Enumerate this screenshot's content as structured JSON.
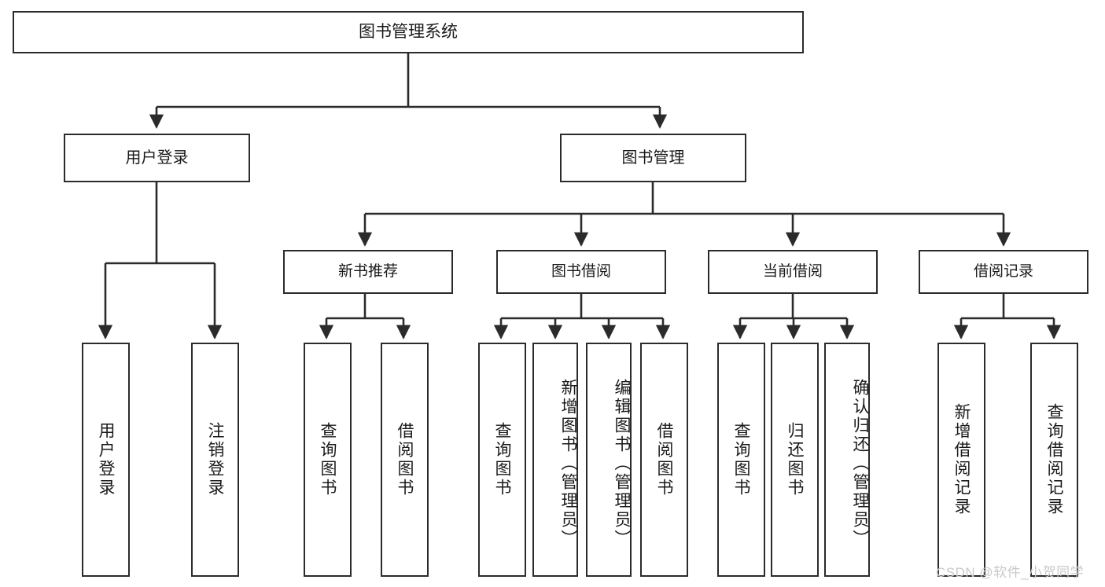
{
  "diagram": {
    "title": "图书管理系统",
    "type": "tree",
    "watermark": "CSDN @软件_小贺同学",
    "colors": {
      "background": "#ffffff",
      "box_border": "#2b2b2b",
      "box_fill": "#ffffff",
      "text": "#1a1a1a",
      "connector": "#2b2b2b",
      "watermark": "#c9c9c9"
    },
    "root": {
      "label": "图书管理系统"
    },
    "level1": [
      {
        "id": "user-login",
        "label": "用户登录"
      },
      {
        "id": "book-manage",
        "label": "图书管理"
      }
    ],
    "level2": [
      {
        "id": "new-book-recommend",
        "label": "新书推荐",
        "parent": "book-manage"
      },
      {
        "id": "book-borrow",
        "label": "图书借阅",
        "parent": "book-manage"
      },
      {
        "id": "current-borrow",
        "label": "当前借阅",
        "parent": "book-manage"
      },
      {
        "id": "borrow-record",
        "label": "借阅记录",
        "parent": "book-manage"
      }
    ],
    "leaves": [
      {
        "id": "leaf-user-login",
        "label": "用户登录",
        "parent": "user-login"
      },
      {
        "id": "leaf-logout",
        "label": "注销登录",
        "parent": "user-login"
      },
      {
        "id": "leaf-query-book-1",
        "label": "查询图书",
        "parent": "new-book-recommend"
      },
      {
        "id": "leaf-borrow-book-1",
        "label": "借阅图书",
        "parent": "new-book-recommend"
      },
      {
        "id": "leaf-query-book-2",
        "label": "查询图书",
        "parent": "book-borrow"
      },
      {
        "id": "leaf-add-book",
        "label": "新增图书（管理员）",
        "parent": "book-borrow"
      },
      {
        "id": "leaf-edit-book",
        "label": "编辑图书（管理员）",
        "parent": "book-borrow"
      },
      {
        "id": "leaf-borrow-book-2",
        "label": "借阅图书",
        "parent": "book-borrow"
      },
      {
        "id": "leaf-query-book-3",
        "label": "查询图书",
        "parent": "current-borrow"
      },
      {
        "id": "leaf-return-book",
        "label": "归还图书",
        "parent": "current-borrow"
      },
      {
        "id": "leaf-confirm-return",
        "label": "确认归还（管理员）",
        "parent": "current-borrow"
      },
      {
        "id": "leaf-add-record",
        "label": "新增借阅记录",
        "parent": "borrow-record"
      },
      {
        "id": "leaf-query-record",
        "label": "查询借阅记录",
        "parent": "borrow-record"
      }
    ]
  }
}
